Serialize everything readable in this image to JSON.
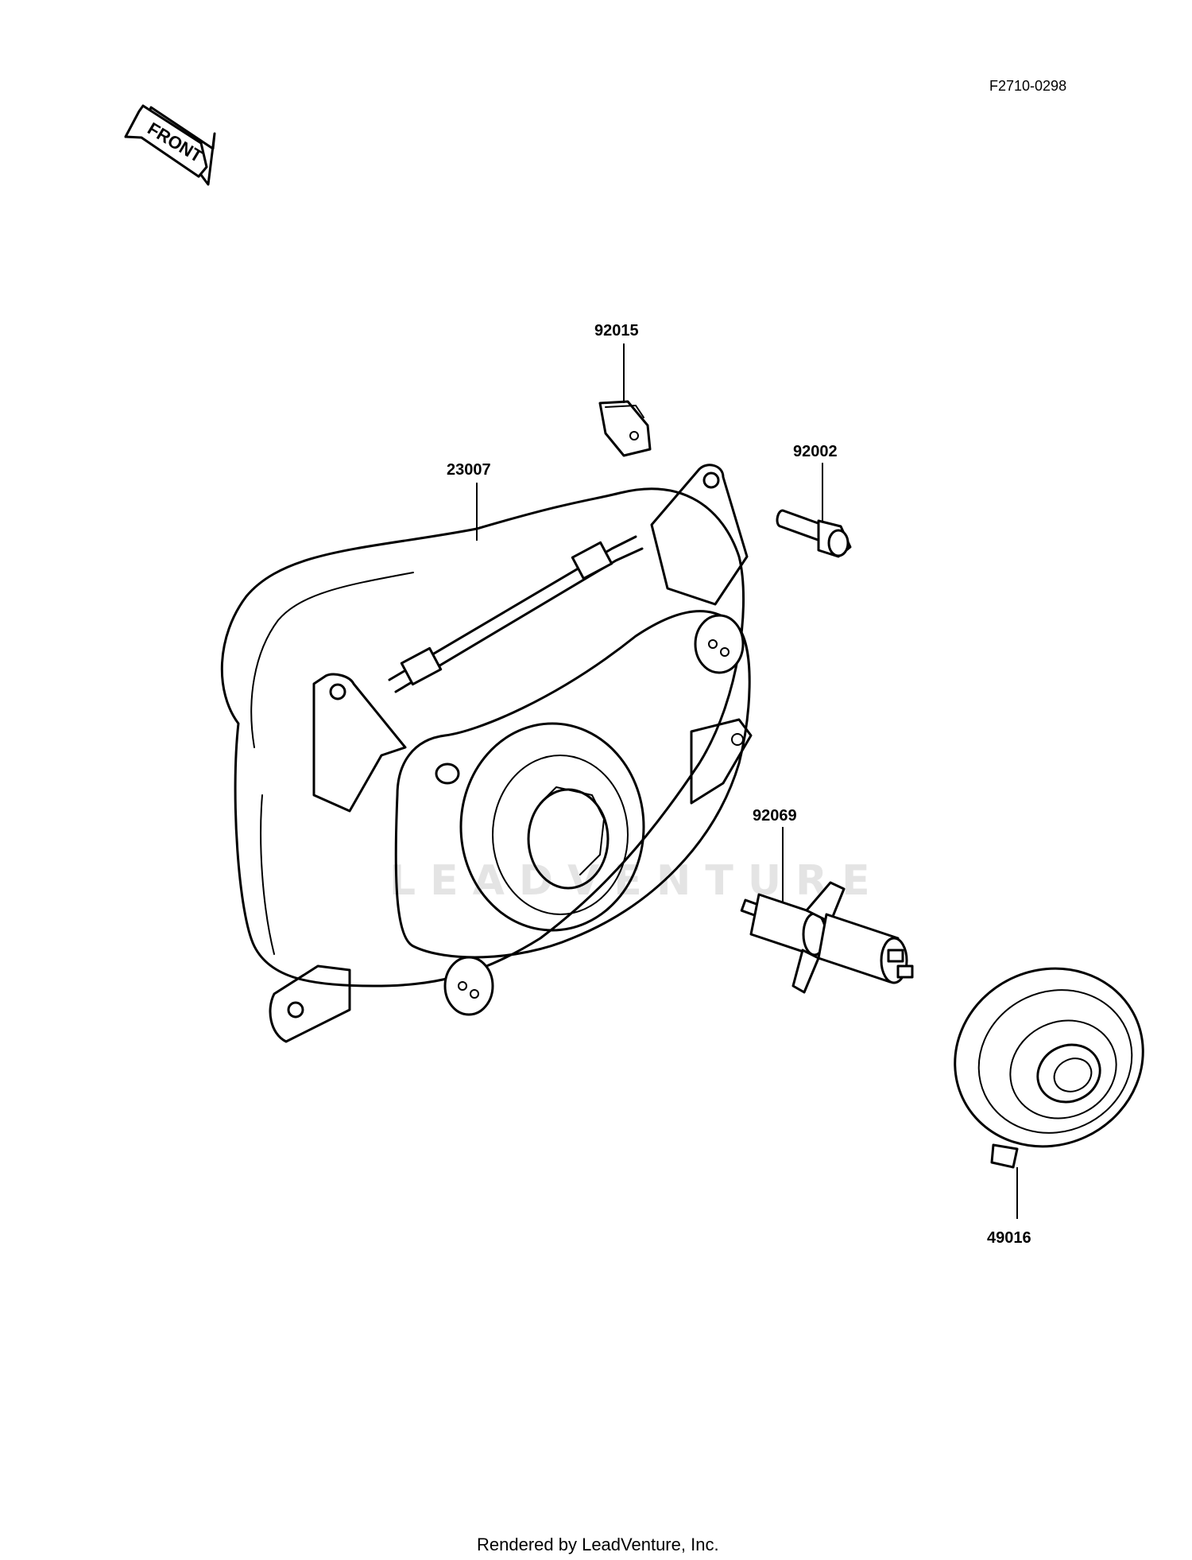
{
  "diagram_code": "F2710-0298",
  "front_arrow": {
    "text": "FRONT",
    "icon": "front-direction-arrow-icon"
  },
  "parts": [
    {
      "number": "92015",
      "name_icon": "clip-nut-icon"
    },
    {
      "number": "92002",
      "name_icon": "bolt-icon"
    },
    {
      "number": "23007",
      "name_icon": "headlight-housing-icon"
    },
    {
      "number": "92069",
      "name_icon": "bulb-icon"
    },
    {
      "number": "49016",
      "name_icon": "rubber-cap-icon"
    }
  ],
  "watermark": "LEADVENTURE",
  "footer": "Rendered by LeadVenture, Inc."
}
